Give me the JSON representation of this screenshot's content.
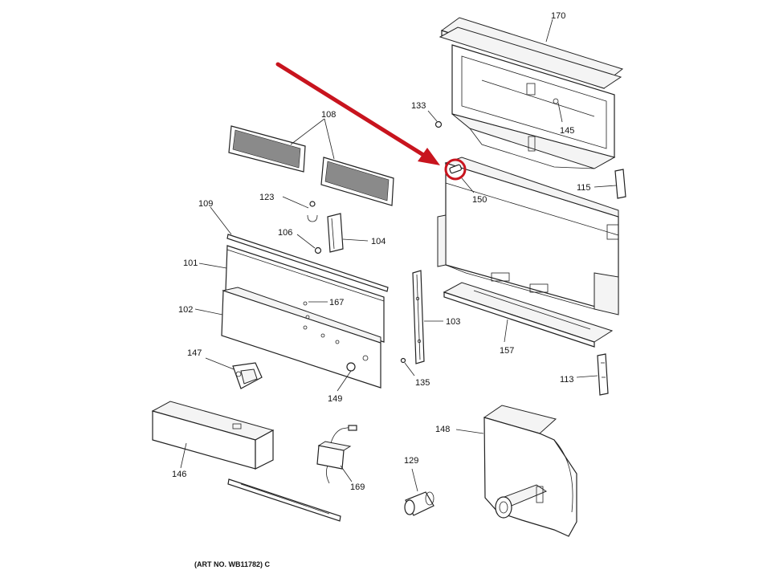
{
  "diagram": {
    "caption": "(ART NO. WB11782) C",
    "callouts": {
      "p170": "170",
      "p133": "133",
      "p145": "145",
      "p108": "108",
      "p150": "150",
      "p115": "115",
      "p123": "123",
      "p109": "109",
      "p106": "106",
      "p104": "104",
      "p101": "101",
      "p167": "167",
      "p102": "102",
      "p103": "103",
      "p157": "157",
      "p147": "147",
      "p135": "135",
      "p113": "113",
      "p149": "149",
      "p148": "148",
      "p146": "146",
      "p129": "129",
      "p169": "169"
    },
    "highlight": {
      "arrow_color": "#c8141e",
      "circle_color": "#c8141e",
      "target": "150"
    }
  }
}
